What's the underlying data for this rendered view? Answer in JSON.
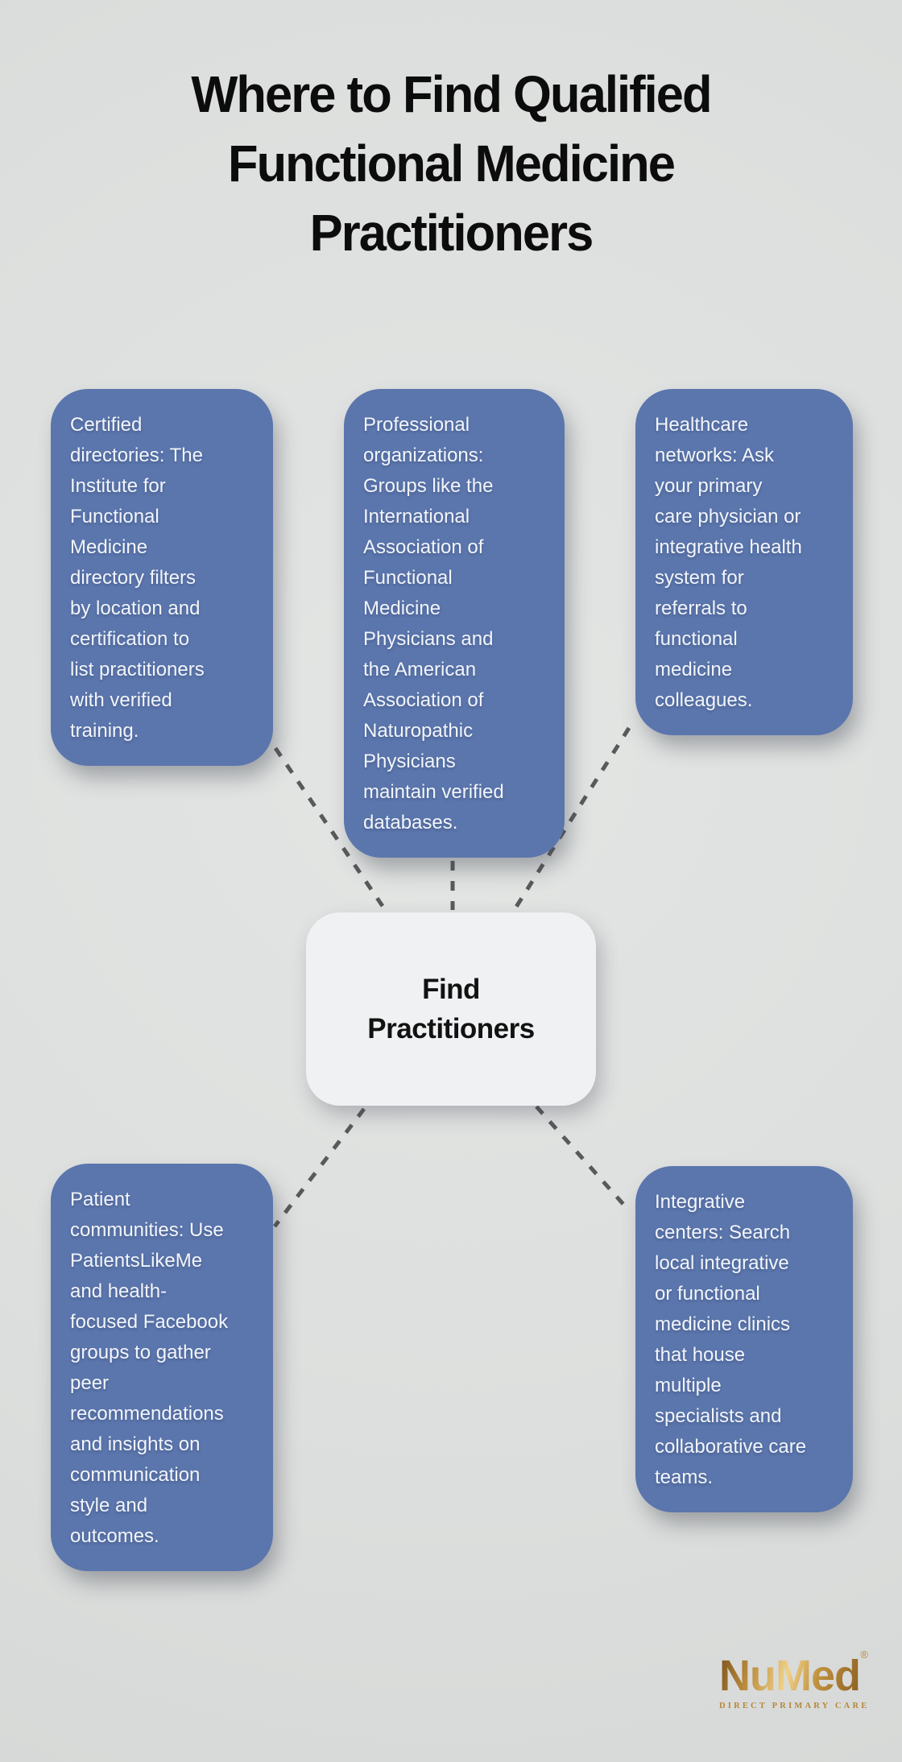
{
  "page": {
    "title": "Where to Find Qualified\nFunctional Medicine\nPractitioners",
    "background_color": "#dfe1e0"
  },
  "diagram": {
    "center_node": {
      "label": "Find\nPractitioners"
    },
    "style": {
      "node_color": "#5b76ad",
      "node_text_color": "#f2f5fa",
      "center_node_color": "#eff1f2",
      "connector_color": "#58595b"
    },
    "nodes": [
      {
        "id": "certified-directories",
        "text": "Certified\ndirectories: The\nInstitute for\nFunctional\nMedicine\ndirectory filters\nby location and\ncertification to\nlist practitioners\nwith verified\ntraining."
      },
      {
        "id": "professional-organizations",
        "text": "Professional\norganizations:\nGroups like the\nInternational\nAssociation of\nFunctional\nMedicine\nPhysicians and\nthe American\nAssociation of\nNaturopathic\nPhysicians\nmaintain verified\ndatabases."
      },
      {
        "id": "healthcare-networks",
        "text": "Healthcare\nnetworks: Ask\nyour primary\ncare physician or\nintegrative health\nsystem for\nreferrals to\nfunctional\nmedicine\ncolleagues."
      },
      {
        "id": "patient-communities",
        "text": "Patient\ncommunities: Use\nPatientsLikeMe\nand health-\nfocused Facebook\ngroups to gather\npeer\nrecommendations\nand insights on\ncommunication\nstyle and\noutcomes."
      },
      {
        "id": "integrative-centers",
        "text": "Integrative\ncenters: Search\nlocal integrative\nor functional\nmedicine clinics\nthat house\nmultiple\nspecialists and\ncollaborative care\nteams."
      }
    ]
  },
  "footer": {
    "brand": "NuMed",
    "registered_mark": "®",
    "tagline": "DIRECT PRIMARY CARE",
    "brand_gold": "#b5873a"
  }
}
